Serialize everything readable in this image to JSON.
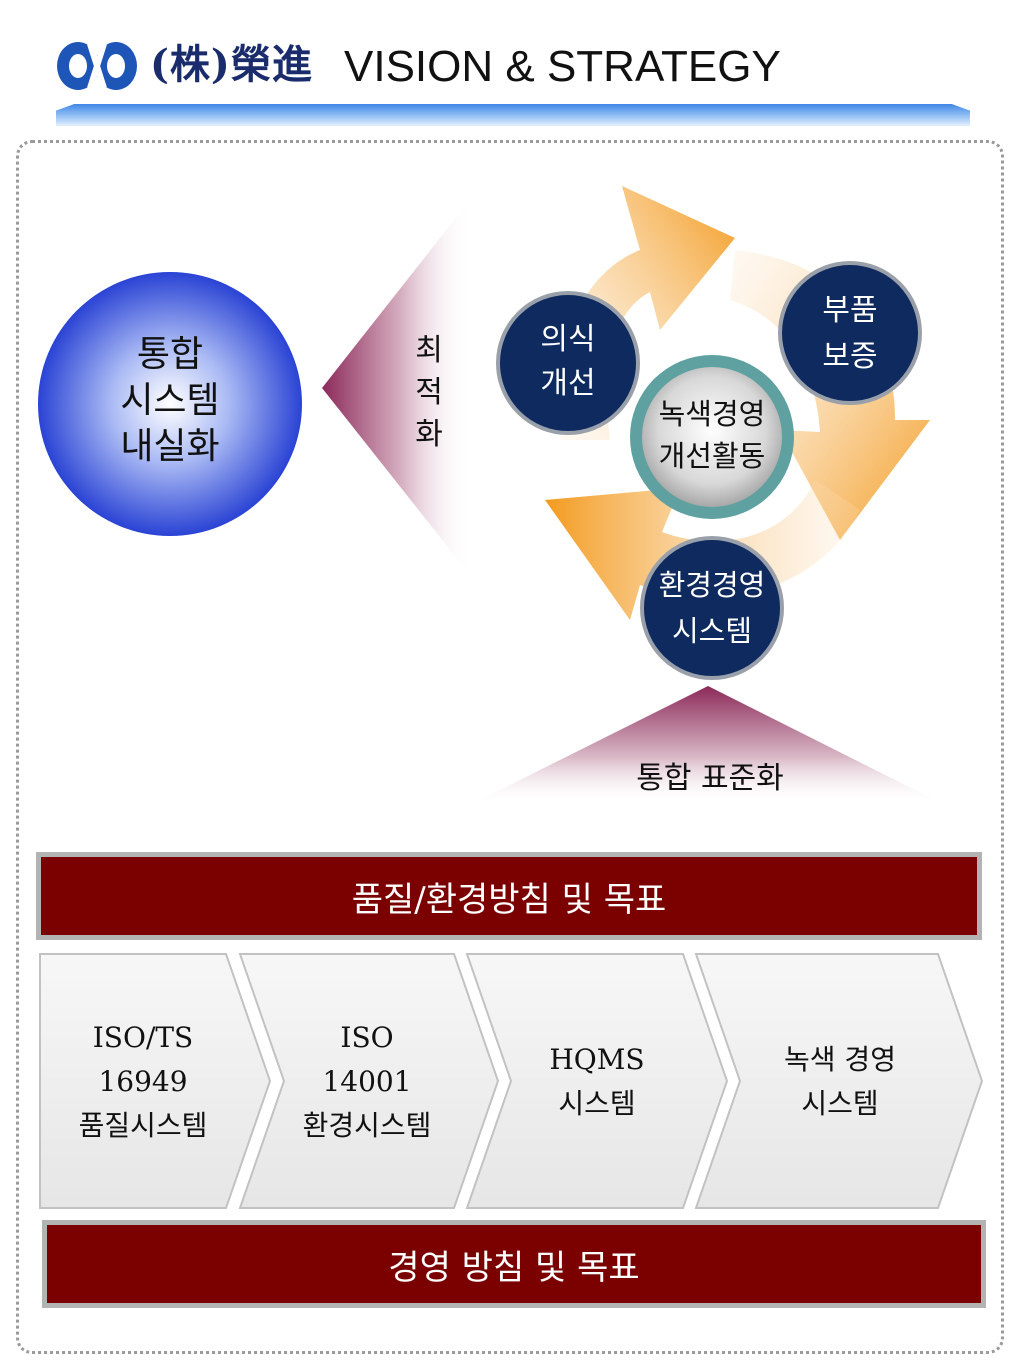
{
  "header": {
    "company": "(株)榮進",
    "title": "VISION & STRATEGY"
  },
  "left_circle": {
    "line1": "통합",
    "line2": "시스템",
    "line3": "내실화"
  },
  "optimization_label": {
    "c1": "최",
    "c2": "적",
    "c3": "화"
  },
  "cycle": {
    "center_line1": "녹색경영",
    "center_line2": "개선활동",
    "node_awareness_line1": "의식",
    "node_awareness_line2": "개선",
    "node_parts_line1": "부품",
    "node_parts_line2": "보증",
    "node_env_line1": "환경경영",
    "node_env_line2": "시스템"
  },
  "standardization_label": "통합 표준화",
  "policy_banner": "품질/환경방침 및 목표",
  "systems": [
    {
      "label": "ISO/TS\n16949\n품질시스템"
    },
    {
      "label": "ISO\n14001\n환경시스템"
    },
    {
      "label": "HQMS\n시스템"
    },
    {
      "label": "녹색 경영\n시스템"
    }
  ],
  "management_banner": "경영 방침 및 목표",
  "colors": {
    "navy": "#0e2a5e",
    "maroon": "#7b0000",
    "orange": "#f39a1e",
    "blue_circle": "#2b46d6"
  }
}
